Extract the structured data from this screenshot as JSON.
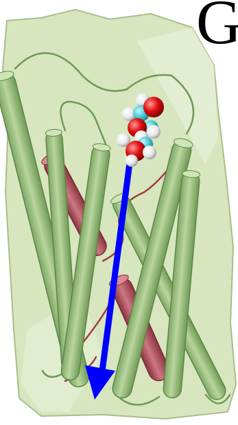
{
  "heading": {
    "letter": "G"
  },
  "colors": {
    "background": "#ffffff",
    "membrane_fill": "#d7e6bf",
    "membrane_edge": "#a9bd8a",
    "helix_green": "#9cc27f",
    "helix_green_dark": "#6f9a56",
    "helix_red": "#b8565f",
    "helix_red_dark": "#8a3541",
    "loop": "#6e9a55",
    "loop_red": "#9e3b45",
    "arrow": "#0000ff",
    "oxygen": "#e01010",
    "hydrogen": "#f2f2f2",
    "carbon": "#49c9d6"
  },
  "elements": {
    "membrane": "membrane-background",
    "helices": "transmembrane-helices",
    "molecule": "space-filling-molecule",
    "arrow": "transport-direction-arrow"
  }
}
